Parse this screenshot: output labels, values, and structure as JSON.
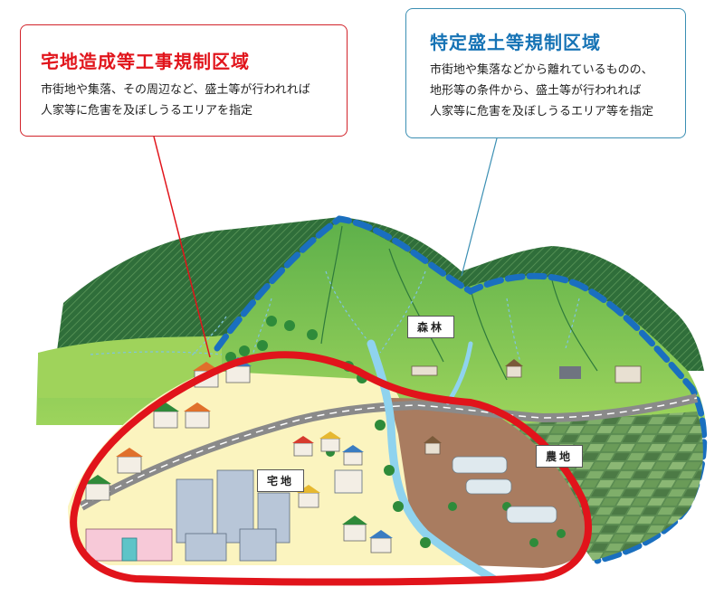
{
  "callouts": {
    "residential": {
      "title": "宅地造成等工事規制区域",
      "lines": [
        "市街地や集落、その周辺など、盛土等が行われれば",
        "人家等に危害を及ぼしうるエリアを指定"
      ],
      "color": "#e1141b"
    },
    "specified": {
      "title": "特定盛土等規制区域",
      "lines": [
        "市街地や集落などから離れているものの、",
        "地形等の条件から、盛土等が行われれば",
        "人家等に危害を及ぼしうるエリア等を指定"
      ],
      "color": "#1673b5"
    }
  },
  "areas": {
    "forest": "森林",
    "farmland": "農地",
    "residential": "宅地"
  },
  "colors": {
    "mountain": "#7cc24a",
    "mountain_dark": "#2f7a3b",
    "river": "#8fd3ee",
    "road": "#8a8a8a",
    "residential_ground": "#fbf4bf",
    "field_ground": "#a97c60"
  }
}
